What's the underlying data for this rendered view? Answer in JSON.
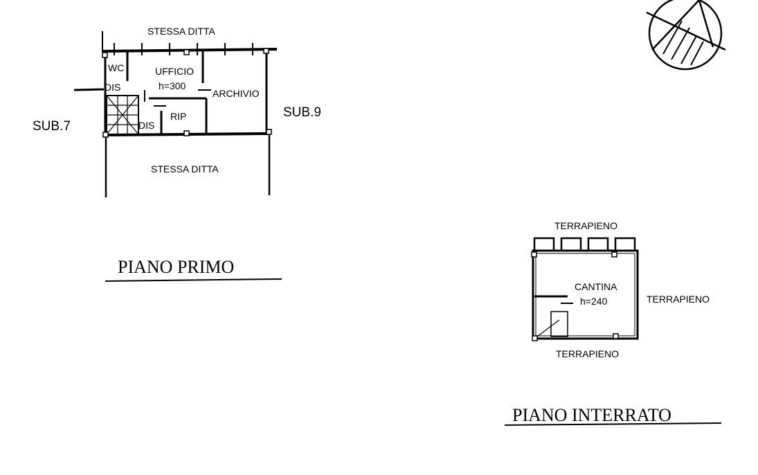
{
  "piano_primo": {
    "title": "PIANO PRIMO",
    "north_label": "STESSA DITTA",
    "south_label": "STESSA DITTA",
    "west_label": "SUB.7",
    "east_label": "SUB.9",
    "rooms": {
      "wc": "WC",
      "dis_upper": "DIS",
      "ufficio": "UFFICIO",
      "ufficio_height": "h=300",
      "archivio": "ARCHIVIO",
      "rip": "RIP",
      "dis_lower": "DIS"
    }
  },
  "piano_interrato": {
    "title": "PIANO INTERRATO",
    "north_label": "TERRAPIENO",
    "east_label": "TERRAPIENO",
    "south_label": "TERRAPIENO",
    "rooms": {
      "cantina": "CANTINA",
      "cantina_height": "h=240"
    }
  },
  "north_arrow": {
    "icon": "north-arrow-icon"
  }
}
